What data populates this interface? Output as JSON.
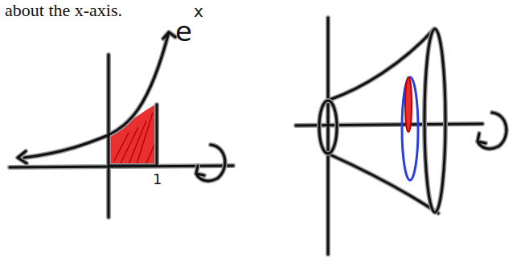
{
  "diagram": {
    "labels": [
      "about the x-axis.",
      "e",
      "x",
      "1"
    ]
  }
}
